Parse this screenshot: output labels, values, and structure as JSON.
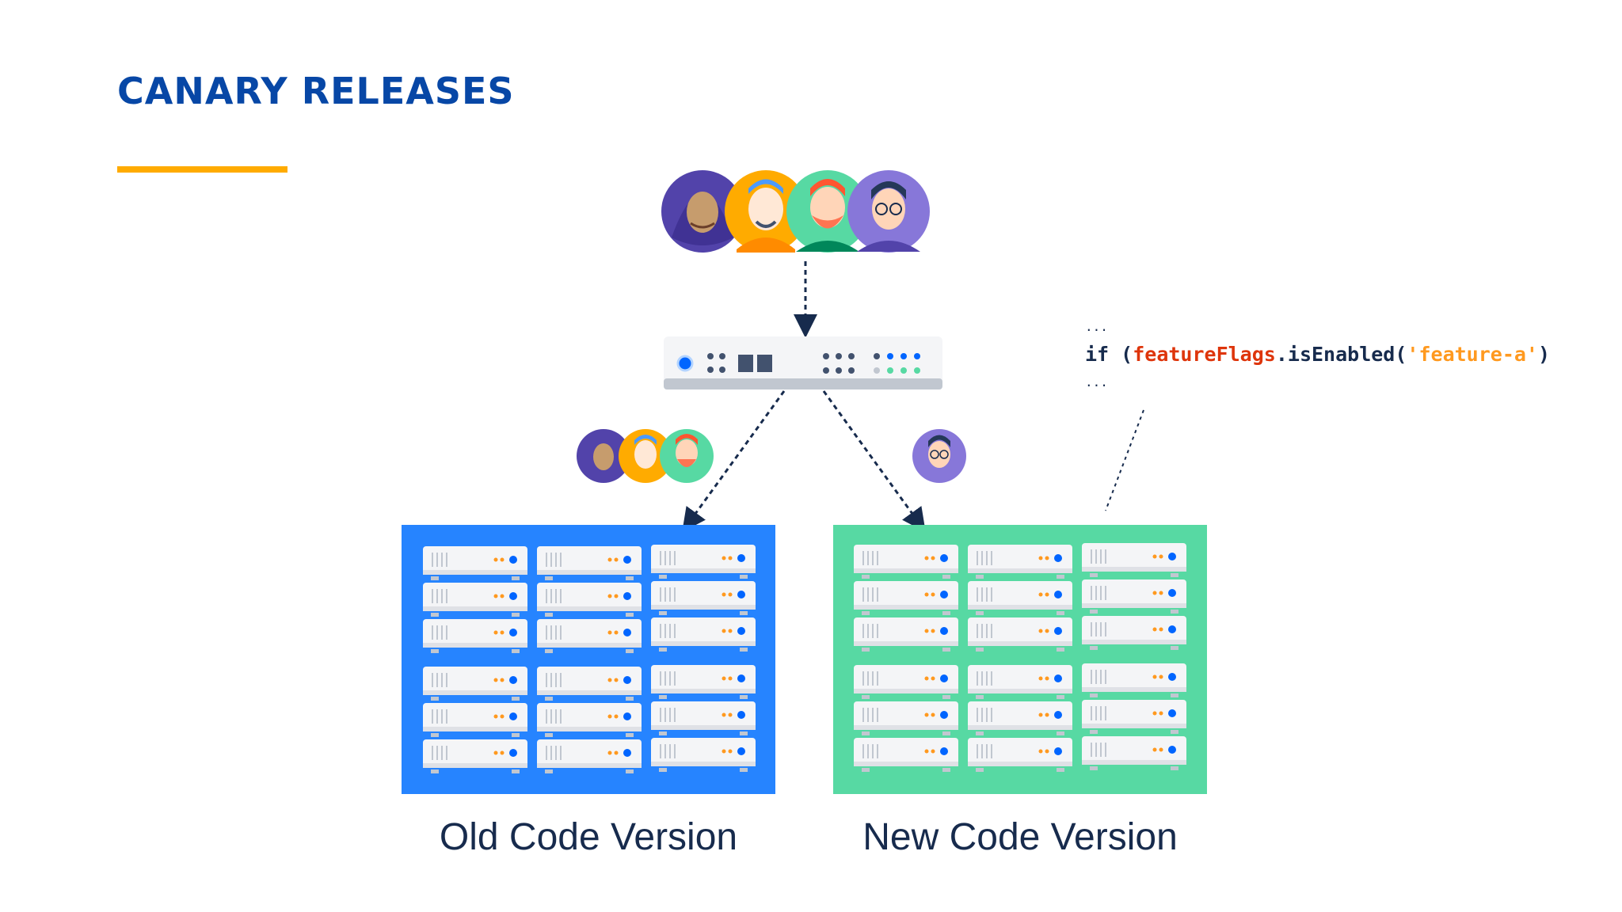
{
  "slide": {
    "title": "CANARY RELEASES",
    "accent_color": "#ffab00",
    "title_color": "#0747a6"
  },
  "code_snippet": {
    "ellipsis_top": "...",
    "keyword": "if (",
    "object": "featureFlags",
    "method": ".isEnabled(",
    "argument": "'feature-a'",
    "close": ")",
    "ellipsis_bottom": "..."
  },
  "groups": [
    {
      "label": "Old Code Version",
      "color": "#2684ff",
      "users": 3
    },
    {
      "label": "New Code Version",
      "color": "#57d9a3",
      "users": 1
    }
  ],
  "load_balancer": {
    "icon": "load-balancer-icon"
  },
  "users_total": 4
}
